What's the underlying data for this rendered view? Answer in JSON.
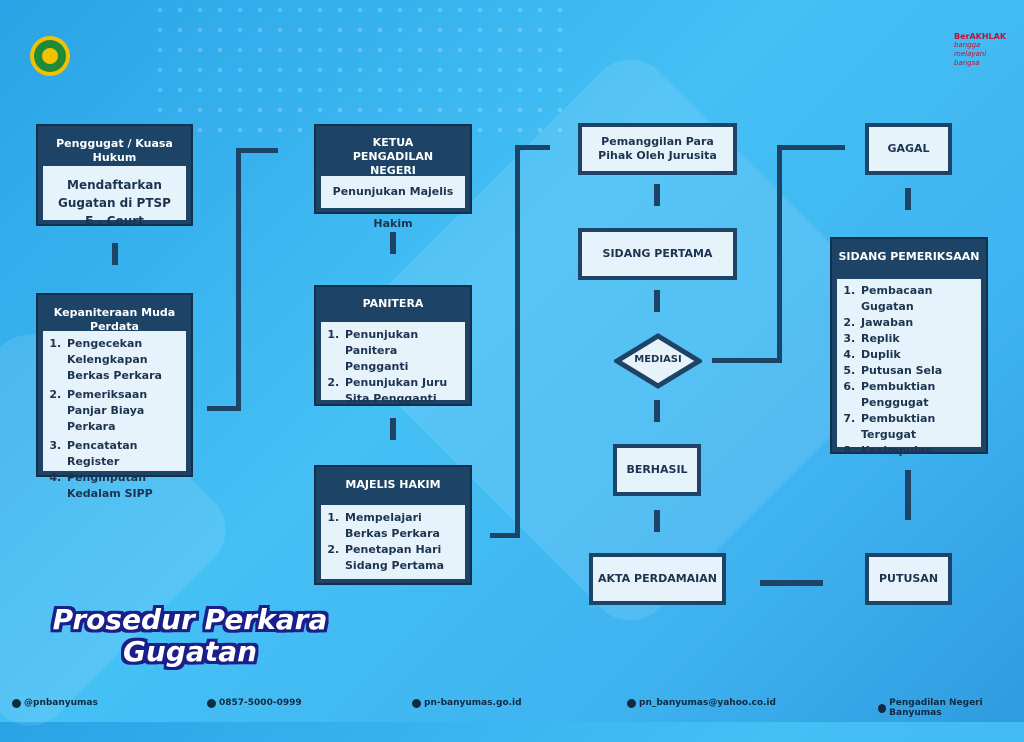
{
  "box1": {
    "header": "Penggugat / Kuasa Hukum",
    "content": "Mendaftarkan Gugatan di PTSP E - Court"
  },
  "box2": {
    "header": "Kepaniteraan Muda Perdata",
    "items": [
      "Pengecekan Kelengkapan Berkas Perkara",
      "Pemeriksaan Panjar Biaya Perkara",
      "Pencatatan Register",
      "Penginputan Kedalam SIPP"
    ]
  },
  "box3": {
    "header": "KETUA PENGADILAN NEGERI",
    "content": "Penunjukan Majelis Hakim"
  },
  "box4": {
    "header": "PANITERA",
    "items": [
      "Penunjukan Panitera Pengganti",
      "Penunjukan Juru Sita Pengganti"
    ]
  },
  "box5": {
    "header": "MAJELIS HAKIM",
    "items": [
      "Mempelajari Berkas Perkara",
      "Penetapan Hari Sidang Pertama"
    ]
  },
  "box6": {
    "content": "Pemanggilan Para Pihak Oleh Jurusita"
  },
  "box7": {
    "content": "SIDANG PERTAMA"
  },
  "diamond": {
    "label": "MEDIASI"
  },
  "box8": {
    "content": "BERHASIL"
  },
  "box9": {
    "content": "AKTA PERDAMAIAN"
  },
  "box10": {
    "content": "GAGAL"
  },
  "box11": {
    "header": "SIDANG PEMERIKSAAN",
    "items": [
      "Pembacaan Gugatan",
      "Jawaban",
      "Replik",
      "Duplik",
      "Putusan Sela",
      "Pembuktian Penggugat",
      "Pembuktian Tergugat",
      "Kesimpulan"
    ]
  },
  "box12": {
    "content": "PUTUSAN"
  },
  "title": {
    "line1": "Prosedur Perkara",
    "line2": "Gugatan"
  },
  "logo_right": {
    "line1": "BerAKHLAK",
    "line2": "bangga melayani bangsa"
  },
  "footer": {
    "instagram": "@pnbanyumas",
    "phone": "0857-5000-0999",
    "website": "pn-banyumas.go.id",
    "email": "pn_banyumas@yahoo.co.id",
    "youtube": "Pengadilan Negeri Banyumas"
  },
  "colors": {
    "navy": "#1d4466",
    "light": "#e7f3fb",
    "title_outline": "#1a1f8a"
  }
}
